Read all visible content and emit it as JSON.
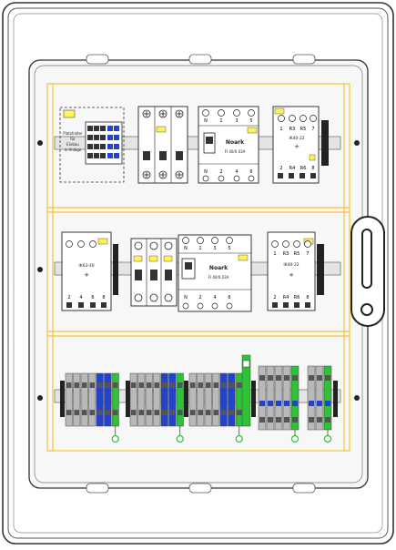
{
  "colors": {
    "rail_yellow": "#f2c33b",
    "label_yellow": "#fff25a",
    "terminal_blue": "#2244cc",
    "terminal_green": "#2fc238",
    "terminal_grey": "#b9b9b9",
    "dark": "#222222"
  },
  "row1": {
    "dashed_box_text_1": "Platzhalter",
    "dashed_box_text_2": "für",
    "dashed_box_text_3": "Einbau",
    "dashed_box_text_4": "in Anlage",
    "rcd": {
      "brand": "Noark",
      "rating": "FI 40/0.03A",
      "top_terminals": [
        "N",
        "1",
        "3",
        "5"
      ],
      "bottom_terminals": [
        "N",
        "2",
        "4",
        "6"
      ]
    },
    "contactor": {
      "model": "IK40-22",
      "plus": "+",
      "top_terminals": [
        "1",
        "R3",
        "R5",
        "7"
      ],
      "bottom_terminals": [
        "2",
        "R4",
        "R6",
        "8"
      ]
    }
  },
  "row2": {
    "contactor_left": {
      "model": "IK63-40",
      "plus": "+",
      "bottom_terminals": [
        "2",
        "4",
        "6",
        "8"
      ]
    },
    "rcd": {
      "brand": "Noark",
      "rating": "FI 40/0.03A",
      "top_terminals": [
        "N",
        "1",
        "3",
        "5"
      ],
      "bottom_terminals": [
        "N",
        "2",
        "4",
        "6"
      ]
    },
    "contactor_right": {
      "model": "IK40-22",
      "plus": "+",
      "top_terminals": [
        "1",
        "R3",
        "R5",
        "7"
      ],
      "bottom_terminals": [
        "2",
        "R4",
        "R6",
        "8"
      ]
    }
  }
}
